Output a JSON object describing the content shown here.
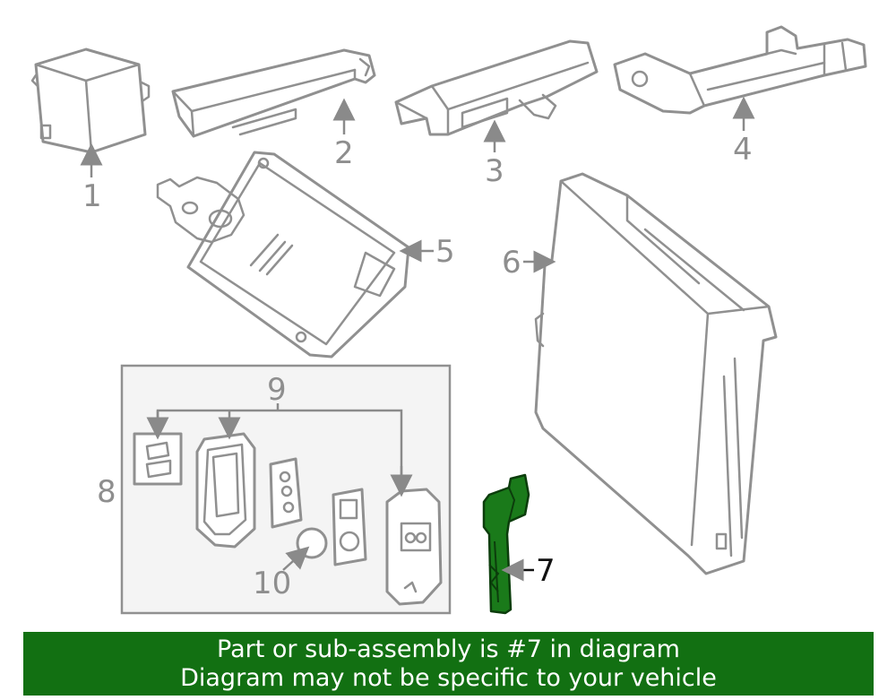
{
  "callouts": {
    "c1": "1",
    "c2": "2",
    "c3": "3",
    "c4": "4",
    "c5": "5",
    "c6": "6",
    "c7": "7",
    "c8": "8",
    "c9": "9",
    "c10": "10"
  },
  "banner": {
    "line1": "Part or sub-assembly is #7 in diagram",
    "line2": "Diagram may not be specific to your vehicle"
  },
  "colors": {
    "highlight": "#1a7a1a",
    "banner": "#127012",
    "lines": "#909090"
  }
}
